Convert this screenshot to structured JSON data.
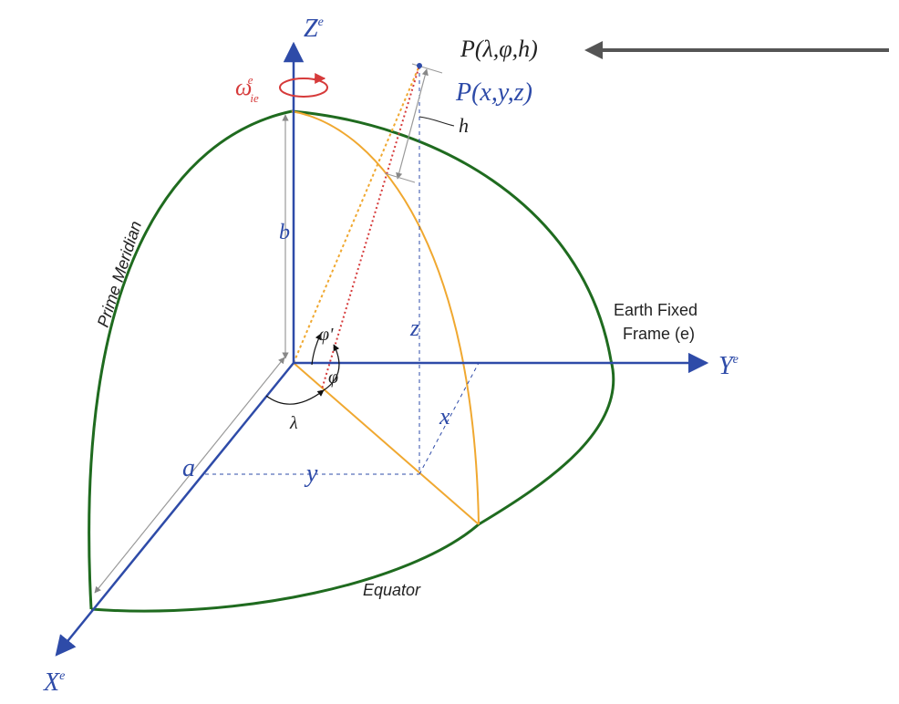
{
  "axes": {
    "z_label": "Z",
    "z_sup": "e",
    "y_label": "Y",
    "y_sup": "e",
    "x_label": "X",
    "x_sup": "e"
  },
  "rotation": {
    "symbol": "ω",
    "sub": "ie",
    "sup": "e"
  },
  "point": {
    "geodetic": "P(λ,φ,h)",
    "cartesian": "P(x,y,z)"
  },
  "labels": {
    "h": "h",
    "b": "b",
    "a": "a",
    "x": "x",
    "y": "y",
    "z": "z",
    "phi_prime": "φ'",
    "phi": "φ",
    "lambda": "λ",
    "prime_meridian": "Prime Meridian",
    "equator": "Equator",
    "frame_line1": "Earth Fixed",
    "frame_line2": "Frame (e)"
  },
  "colors": {
    "axis_blue": "#2e4ba8",
    "ellipsoid_green": "#1f6b1f",
    "meridian_orange": "#f0a830",
    "radius_red": "#d63a3a",
    "pointer_gray": "#555555",
    "label_blue": "#2e4ba8",
    "text_dark": "#222222"
  }
}
